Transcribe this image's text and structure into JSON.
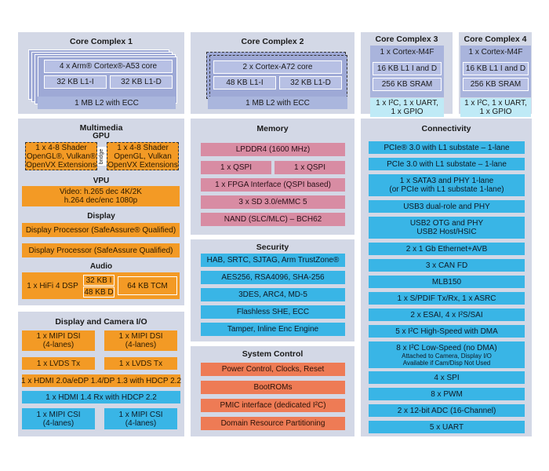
{
  "core1": {
    "title": "Core Complex 1",
    "cores": "4 x Arm® Cortex®-A53 core",
    "l1i": "32 KB L1-I",
    "l1d": "32 KB L1-D",
    "l2": "1 MB L2 with ECC"
  },
  "core2": {
    "title": "Core Complex 2",
    "cores": "2 x Cortex-A72 core",
    "l1i": "48 KB L1-I",
    "l1d": "32 KB L1-D",
    "l2": "1 MB L2 with ECC"
  },
  "core3": {
    "title": "Core Complex 3",
    "cpu": "1 x Cortex-M4F",
    "cache": "16 KB L1 I and D",
    "sram": "256 KB SRAM",
    "io_line1": "1 x I²C, 1 x UART,",
    "io_line2": "1 x GPIO"
  },
  "core4": {
    "title": "Core Complex 4",
    "cpu": "1 x Cortex-M4F",
    "cache": "16 KB L1 I and D",
    "sram": "256 KB SRAM",
    "io_line1": "1 x I²C, 1 x UART,",
    "io_line2": "1 x GPIO"
  },
  "multimedia": {
    "title": "Multimedia",
    "gpu_title": "GPU",
    "gpu_left": [
      "1 x 4-8 Shader",
      "OpenGL®, Vulkan®",
      "OpenVX Extensions"
    ],
    "bridge": "bridge",
    "gpu_right": [
      "1 x 4-8 Shader",
      "OpenGL, Vulkan",
      "OpenVX Extensions"
    ],
    "vpu_title": "VPU",
    "vpu_line1": "Video: h.265 dec 4K/2K",
    "vpu_line2": "h.264 dec/enc 1080p",
    "display_title": "Display",
    "display1": "Display Processor (SafeAssure® Qualified)",
    "display2": "Display Processor (SafeAssure Qualified)",
    "audio_title": "Audio",
    "hifi": "1 x HiFi 4 DSP",
    "l1i": "32 KB I",
    "l1d": "48 KB D",
    "tcm": "64 KB TCM"
  },
  "memory": {
    "title": "Memory",
    "items": [
      "LPDDR4 (1600 MHz)",
      "1 x FPGA Interface (QSPI based)",
      "3 x SD 3.0/eMMC 5",
      "NAND (SLC/MLC) – BCH62"
    ],
    "qspi_left": "1 x QSPI",
    "qspi_right": "1 x QSPI"
  },
  "security": {
    "title": "Security",
    "items": [
      "HAB, SRTC, SJTAG, Arm TrustZone®",
      "AES256, RSA4096, SHA-256",
      "3DES, ARC4, MD-5",
      "Flashless SHE, ECC",
      "Tamper, Inline Enc Engine"
    ]
  },
  "system": {
    "title": "System Control",
    "items": [
      "Power Control, Clocks, Reset",
      "BootROMs",
      "PMIC interface (dedicated I²C)",
      "Domain Resource Partitioning"
    ]
  },
  "dispcam": {
    "title": "Display and Camera I/O",
    "dsi_left": [
      "1 x MIPI DSI",
      "(4-lanes)"
    ],
    "dsi_right": [
      "1 x MIPI DSI",
      "(4-lanes)"
    ],
    "lvds_left": "1 x LVDS Tx",
    "lvds_right": "1 x LVDS Tx",
    "hdmi_tx": "1 x HDMI 2.0a/eDP 1.4/DP 1.3 with HDCP 2.2",
    "hdmi_rx": "1 x HDMI 1.4 Rx with HDCP 2.2",
    "csi_left": [
      "1 x MIPI CSI",
      "(4-lanes)"
    ],
    "csi_right": [
      "1 x MIPI CSI",
      "(4-lanes)"
    ]
  },
  "connectivity": {
    "title": "Connectivity",
    "pcie1": "PCIe® 3.0 with L1 substate – 1-lane",
    "pcie2": "PCIe 3.0 with L1 substate – 1-lane",
    "sata": [
      "1 x SATA3 and PHY 1-lane",
      "(or PCIe with L1 substate 1-lane)"
    ],
    "usb3": "USB3 dual-role and PHY",
    "usb2": [
      "USB2 OTG and PHY",
      "USB2 Host/HSIC"
    ],
    "eth": "2 x 1 Gb Ethernet+AVB",
    "can": "3 x CAN FD",
    "mlb": "MLB150",
    "spdif": "1 x S/PDIF Tx/Rx, 1 x ASRC",
    "esai": "2 x ESAI, 4 x I²S/SAI",
    "i2c_hs": "5 x I²C High-Speed with DMA",
    "i2c_ls": "8 x I²C Low-Speed (no DMA)",
    "i2c_ls_note1": "Attached to Camera, Display I/O",
    "i2c_ls_note2": "Available if Cam/Disp Not Used",
    "spi": "4 x SPI",
    "pwm": "8 x PWM",
    "adc": "2 x 12-bit ADC (16-Channel)",
    "uart": "5 x UART"
  }
}
